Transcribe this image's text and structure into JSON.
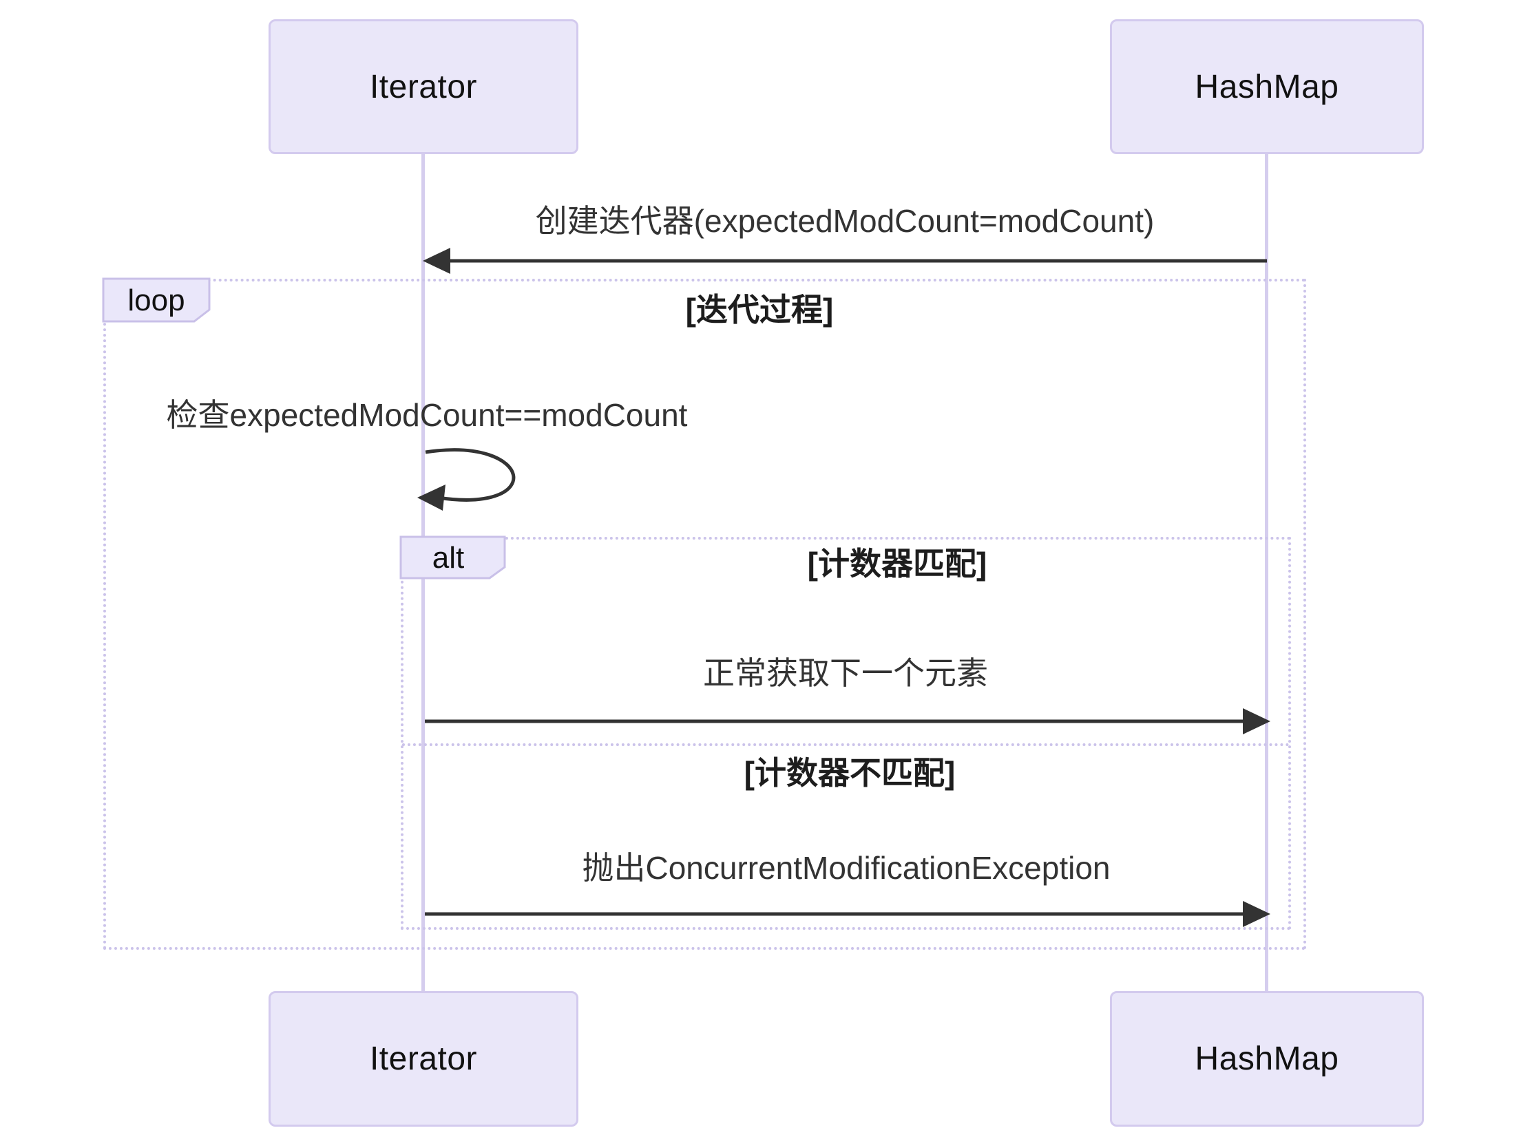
{
  "diagram": {
    "type": "sequence-diagram",
    "actors": [
      {
        "id": "iterator",
        "label": "Iterator"
      },
      {
        "id": "hashmap",
        "label": "HashMap"
      }
    ],
    "messages": [
      {
        "from": "hashmap",
        "to": "iterator",
        "text": "创建迭代器(expectedModCount=modCount)"
      },
      {
        "from": "iterator",
        "to": "iterator",
        "text": "检查expectedModCount==modCount"
      },
      {
        "from": "iterator",
        "to": "hashmap",
        "text": "正常获取下一个元素"
      },
      {
        "from": "iterator",
        "to": "hashmap",
        "text": "抛出ConcurrentModificationException"
      }
    ],
    "fragments": [
      {
        "kind": "loop",
        "label": "loop",
        "title": "[迭代过程]"
      },
      {
        "kind": "alt",
        "label": "alt",
        "sections": [
          {
            "title": "[计数器匹配]"
          },
          {
            "title": "[计数器不匹配]"
          }
        ]
      }
    ],
    "colors": {
      "actor_fill": "#EAE7F9",
      "actor_border": "#D3CAEE",
      "lifeline": "#D5CDEE",
      "frame_border": "#CBC3EA",
      "label_fill": "#EAE7FA",
      "label_border": "#C9C0E8",
      "arrow": "#333333",
      "text": "#333333"
    }
  }
}
